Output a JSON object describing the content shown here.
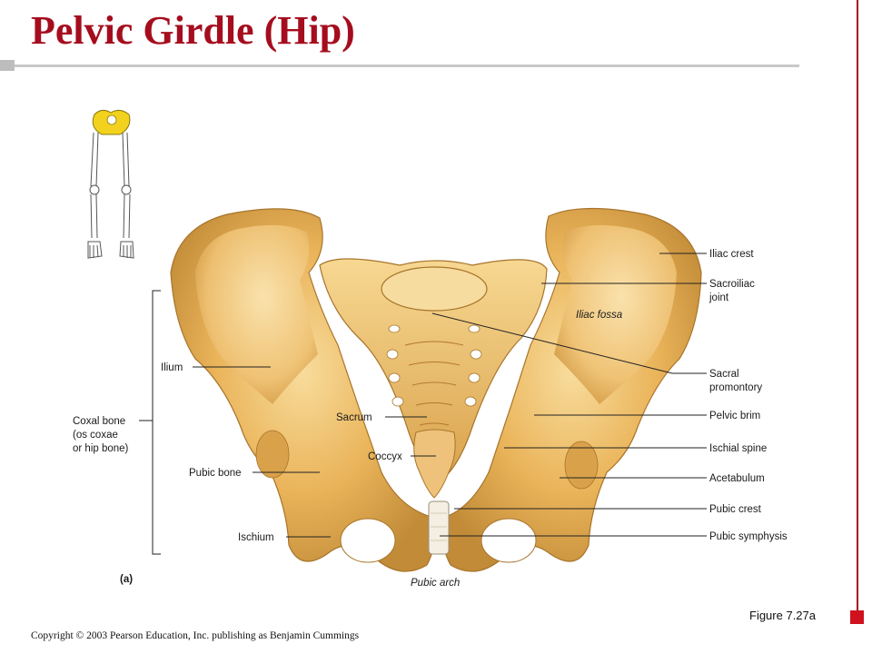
{
  "title": "Pelvic Girdle (Hip)",
  "figure_label": "Figure 7.27a",
  "copyright": "Copyright © 2003 Pearson Education, Inc. publishing as Benjamin Cummings",
  "panel_label": "(a)",
  "labels": {
    "iliac_crest": "Iliac crest",
    "sacroiliac_joint_1": "Sacroiliac",
    "sacroiliac_joint_2": "joint",
    "iliac_fossa": "Iliac fossa",
    "sacral_promontory_1": "Sacral",
    "sacral_promontory_2": "promontory",
    "pelvic_brim": "Pelvic brim",
    "ischial_spine": "Ischial spine",
    "acetabulum": "Acetabulum",
    "pubic_crest": "Pubic crest",
    "pubic_symphysis": "Pubic symphysis",
    "ilium": "Ilium",
    "coxal_bone_1": "Coxal bone",
    "coxal_bone_2": "(os coxae",
    "coxal_bone_3": "or hip bone)",
    "sacrum": "Sacrum",
    "coccyx": "Coccyx",
    "pubic_bone": "Pubic bone",
    "ischium": "Ischium",
    "pubic_arch": "Pubic arch"
  },
  "colors": {
    "title": "#a50d1e",
    "accent": "#d0121f",
    "bone": "#e9b55a",
    "bone_light": "#f6d48f",
    "bone_dark": "#b9832f"
  }
}
